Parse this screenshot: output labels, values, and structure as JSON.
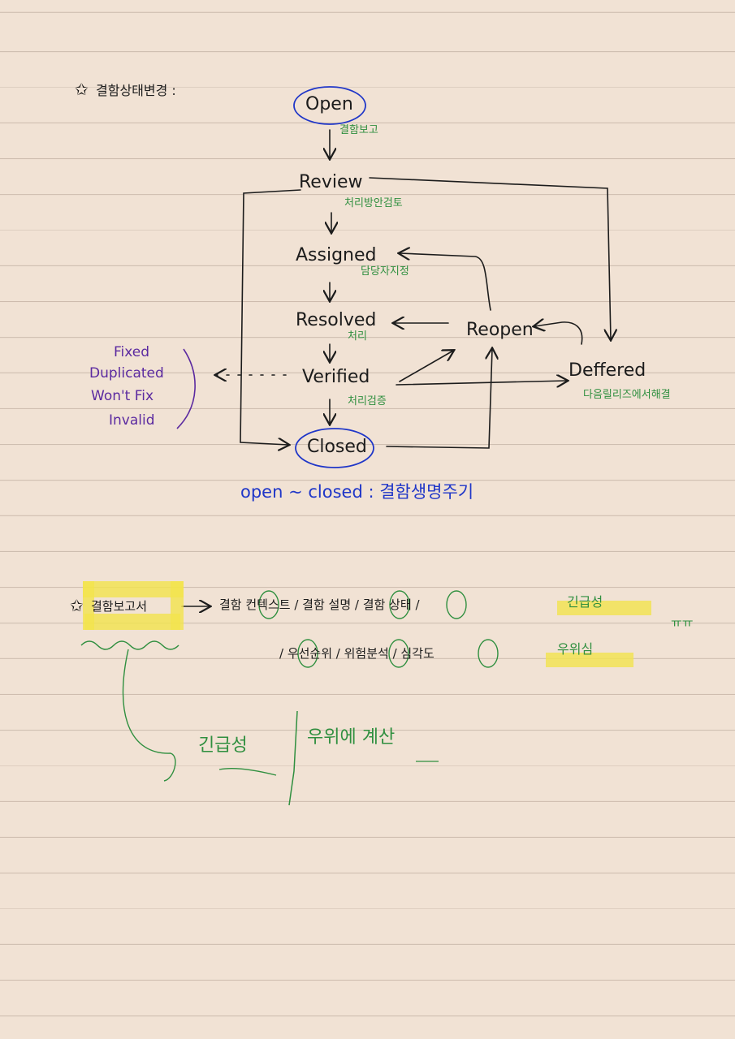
{
  "header": {
    "star": "✩",
    "title": "결함상태변경 :"
  },
  "states": {
    "open": "Open",
    "review": "Review",
    "assigned": "Assigned",
    "resolved": "Resolved",
    "verified": "Verified",
    "closed": "Closed",
    "reopen": "Reopen",
    "deffered": "Deffered"
  },
  "notes": {
    "open_note": "결함보고",
    "review_note": "처리방안검토",
    "assigned_note": "담당자지정",
    "resolved_note": "처리",
    "verified_note": "처리검증",
    "deffered_note": "다음릴리즈에서해결"
  },
  "resolution_types": [
    "Fixed",
    "Duplicated",
    "Won't Fix",
    "Invalid"
  ],
  "lifecycle_note": "open ~ closed : 결함생명주기",
  "report_section": {
    "star": "✩",
    "label": "결함보고서",
    "items_line1": "결함 컨텍스트 / 결함 설명 / 결함 상태 /",
    "items_line1_highlight": "긴급성",
    "items_tt": "ㅠㅠ",
    "items_line2": "/ 우선순위 / 위험분석 / 심각도",
    "items_line2_highlight": "우위심",
    "bottom_left": "긴급성",
    "bottom_right": "우위에 계산"
  }
}
